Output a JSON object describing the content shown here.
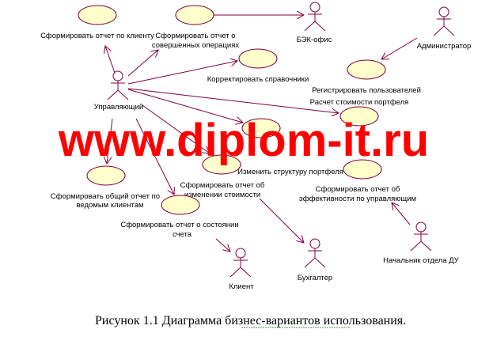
{
  "colors": {
    "line": "#800040",
    "use_case_fill": "#ffffcc",
    "watermark": "#ff0000"
  },
  "actors": {
    "manager": "Управляющий",
    "back_office": "БЭК-офис",
    "admin": "Администратор",
    "client": "Клиент",
    "accountant": "Бухгалтер",
    "head": "Начальник отдела ДУ"
  },
  "use_cases": {
    "client_report": [
      "Сформировать отчет по клиенту"
    ],
    "operations_report": [
      "Сформировать отчет о",
      "совершенных операциях"
    ],
    "edit_refs": [
      "Корректировать справочники"
    ],
    "register_users": [
      "Регистрировать пользователей"
    ],
    "portfolio_value": [
      "Расчет стоимости портфеля"
    ],
    "change_structure": [
      "Изменить структуру портфеля"
    ],
    "value_change_report": [
      "Сформировать отчет об",
      "изменении стоимости"
    ],
    "general_report": [
      "Сформировать общий отчет по",
      "ведомым клиентам"
    ],
    "account_report": [
      "Сформировать отчет о состоянии",
      "счета"
    ],
    "efficiency_report": [
      "Сформировать отчет об",
      "эффективности по управляющим"
    ]
  },
  "watermark": "www.diplom-it.ru",
  "caption": {
    "before": "Рисунок 1.1 Диаграмма ",
    "underlined": "бизнес-вариантов",
    "after": " использования."
  }
}
